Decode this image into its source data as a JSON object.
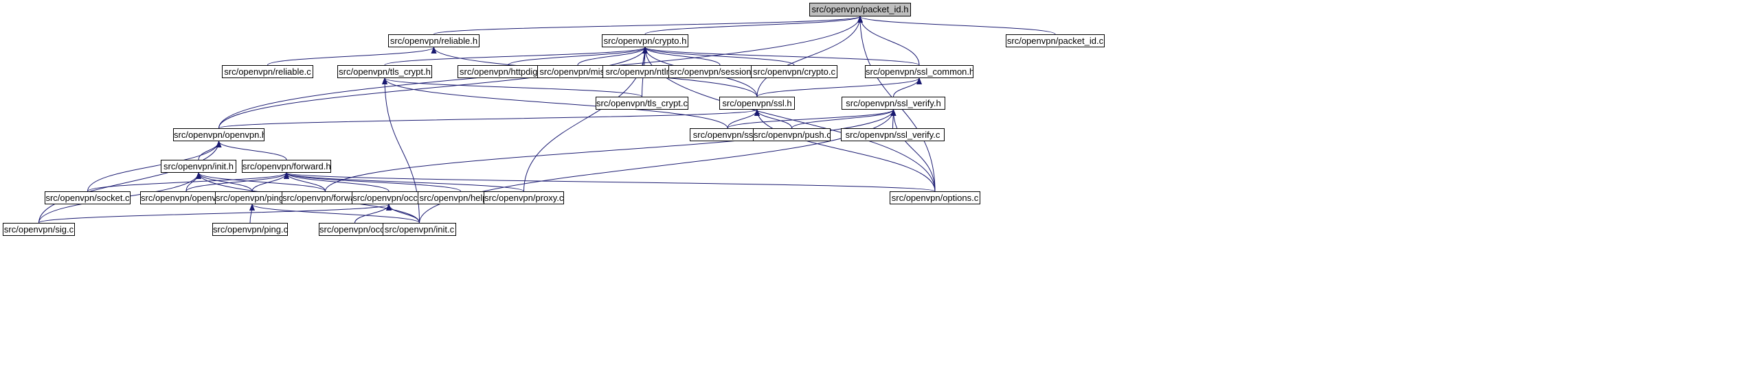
{
  "graph": {
    "root": "packet_id_h",
    "nodes": [
      {
        "id": "packet_id_h",
        "label": "src/openvpn/packet_id.h"
      },
      {
        "id": "reliable_h",
        "label": "src/openvpn/reliable.h"
      },
      {
        "id": "crypto_h",
        "label": "src/openvpn/crypto.h"
      },
      {
        "id": "packet_id_c",
        "label": "src/openvpn/packet_id.c"
      },
      {
        "id": "reliable_c",
        "label": "src/openvpn/reliable.c"
      },
      {
        "id": "tls_crypt_h",
        "label": "src/openvpn/tls_crypt.h"
      },
      {
        "id": "httpdigest_c",
        "label": "src/openvpn/httpdigest.c"
      },
      {
        "id": "misc_c",
        "label": "src/openvpn/misc.c"
      },
      {
        "id": "ntlm_c",
        "label": "src/openvpn/ntlm.c"
      },
      {
        "id": "session_id_c",
        "label": "src/openvpn/session_id.c"
      },
      {
        "id": "crypto_c",
        "label": "src/openvpn/crypto.c"
      },
      {
        "id": "ssl_common_h",
        "label": "src/openvpn/ssl_common.h"
      },
      {
        "id": "tls_crypt_c",
        "label": "src/openvpn/tls_crypt.c"
      },
      {
        "id": "ssl_h",
        "label": "src/openvpn/ssl.h"
      },
      {
        "id": "ssl_verify_h",
        "label": "src/openvpn/ssl_verify.h"
      },
      {
        "id": "openvpn_h",
        "label": "src/openvpn/openvpn.h"
      },
      {
        "id": "ssl_c",
        "label": "src/openvpn/ssl.c"
      },
      {
        "id": "push_c",
        "label": "src/openvpn/push.c"
      },
      {
        "id": "ssl_verify_c",
        "label": "src/openvpn/ssl_verify.c"
      },
      {
        "id": "init_h",
        "label": "src/openvpn/init.h"
      },
      {
        "id": "forward_h",
        "label": "src/openvpn/forward.h"
      },
      {
        "id": "socket_c",
        "label": "src/openvpn/socket.c"
      },
      {
        "id": "openvpn_c",
        "label": "src/openvpn/openvpn.c"
      },
      {
        "id": "ping_h",
        "label": "src/openvpn/ping.h"
      },
      {
        "id": "forward_c",
        "label": "src/openvpn/forward.c"
      },
      {
        "id": "occ_h",
        "label": "src/openvpn/occ.h"
      },
      {
        "id": "helper_c",
        "label": "src/openvpn/helper.c"
      },
      {
        "id": "proxy_c",
        "label": "src/openvpn/proxy.c"
      },
      {
        "id": "options_c",
        "label": "src/openvpn/options.c"
      },
      {
        "id": "sig_c",
        "label": "src/openvpn/sig.c"
      },
      {
        "id": "ping_c",
        "label": "src/openvpn/ping.c"
      },
      {
        "id": "occ_c",
        "label": "src/openvpn/occ.c"
      },
      {
        "id": "init_c",
        "label": "src/openvpn/init.c"
      }
    ],
    "edges": [
      [
        "packet_id_h",
        "reliable_h"
      ],
      [
        "packet_id_h",
        "crypto_h"
      ],
      [
        "packet_id_h",
        "packet_id_c"
      ],
      [
        "packet_id_h",
        "openvpn_h"
      ],
      [
        "packet_id_h",
        "ssl_h"
      ],
      [
        "packet_id_h",
        "ssl_common_h"
      ],
      [
        "packet_id_h",
        "options_c"
      ],
      [
        "reliable_h",
        "reliable_c"
      ],
      [
        "reliable_h",
        "ssl_h"
      ],
      [
        "crypto_h",
        "tls_crypt_h"
      ],
      [
        "crypto_h",
        "httpdigest_c"
      ],
      [
        "crypto_h",
        "misc_c"
      ],
      [
        "crypto_h",
        "ntlm_c"
      ],
      [
        "crypto_h",
        "session_id_c"
      ],
      [
        "crypto_h",
        "crypto_c"
      ],
      [
        "crypto_h",
        "ssl_common_h"
      ],
      [
        "crypto_h",
        "tls_crypt_c"
      ],
      [
        "crypto_h",
        "ssl_h"
      ],
      [
        "crypto_h",
        "openvpn_h"
      ],
      [
        "crypto_h",
        "proxy_c"
      ],
      [
        "crypto_h",
        "options_c"
      ],
      [
        "tls_crypt_h",
        "tls_crypt_c"
      ],
      [
        "tls_crypt_h",
        "ssl_c"
      ],
      [
        "tls_crypt_h",
        "init_c"
      ],
      [
        "ssl_common_h",
        "ssl_h"
      ],
      [
        "ssl_common_h",
        "ssl_verify_h"
      ],
      [
        "ssl_h",
        "openvpn_h"
      ],
      [
        "ssl_h",
        "ssl_c"
      ],
      [
        "ssl_h",
        "push_c"
      ],
      [
        "ssl_h",
        "options_c"
      ],
      [
        "ssl_verify_h",
        "ssl_c"
      ],
      [
        "ssl_verify_h",
        "push_c"
      ],
      [
        "ssl_verify_h",
        "ssl_verify_c"
      ],
      [
        "ssl_verify_h",
        "options_c"
      ],
      [
        "ssl_verify_h",
        "forward_c"
      ],
      [
        "ssl_verify_h",
        "init_c"
      ],
      [
        "openvpn_h",
        "init_h"
      ],
      [
        "openvpn_h",
        "forward_h"
      ],
      [
        "openvpn_h",
        "socket_c"
      ],
      [
        "openvpn_h",
        "sig_c"
      ],
      [
        "init_h",
        "openvpn_c"
      ],
      [
        "init_h",
        "ping_h"
      ],
      [
        "init_h",
        "forward_c"
      ],
      [
        "init_h",
        "sig_c"
      ],
      [
        "init_h",
        "init_c"
      ],
      [
        "forward_h",
        "socket_c"
      ],
      [
        "forward_h",
        "openvpn_c"
      ],
      [
        "forward_h",
        "ping_h"
      ],
      [
        "forward_h",
        "forward_c"
      ],
      [
        "forward_h",
        "occ_h"
      ],
      [
        "forward_h",
        "helper_c"
      ],
      [
        "forward_h",
        "proxy_c"
      ],
      [
        "forward_h",
        "options_c"
      ],
      [
        "ping_h",
        "ping_c"
      ],
      [
        "ping_h",
        "init_c"
      ],
      [
        "occ_h",
        "sig_c"
      ],
      [
        "occ_h",
        "occ_c"
      ],
      [
        "occ_h",
        "init_c"
      ]
    ]
  }
}
